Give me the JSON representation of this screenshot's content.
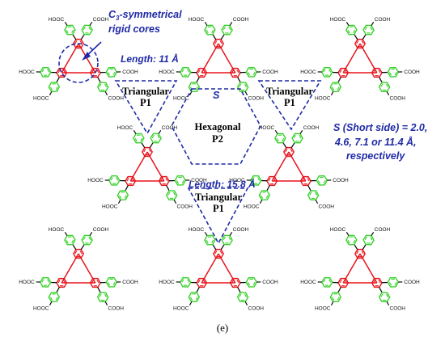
{
  "cooh_label": "COOH",
  "hooc_label": "HOOC",
  "labels": {
    "core_title_prefix": "C",
    "core_title_sub": "3",
    "core_title_rest": "-symmetrical",
    "core_title_line2": "rigid cores",
    "length_small": "Length: 11 Å",
    "s_label": "S",
    "length_large": "Length: 15.8 Å",
    "triangular_1_line1": "Triangular",
    "triangular_1_line2": "P1",
    "triangular_2_line1": "Triangular",
    "triangular_2_line2": "P1",
    "triangular_3_line1": "Triangular",
    "triangular_3_line2": "P1",
    "hexagonal_line1": "Hexagonal",
    "hexagonal_line2": "P2",
    "short_side_line1": "S (Short side) = 2.0,",
    "short_side_line2": "4.6, 7.1 or 11.4 Å,",
    "short_side_line3": "respectively",
    "caption": "(e)"
  },
  "colors": {
    "core": "#e8141c",
    "arm": "#37d12a",
    "annotation": "#1f2aa6",
    "bond": "#000000"
  }
}
